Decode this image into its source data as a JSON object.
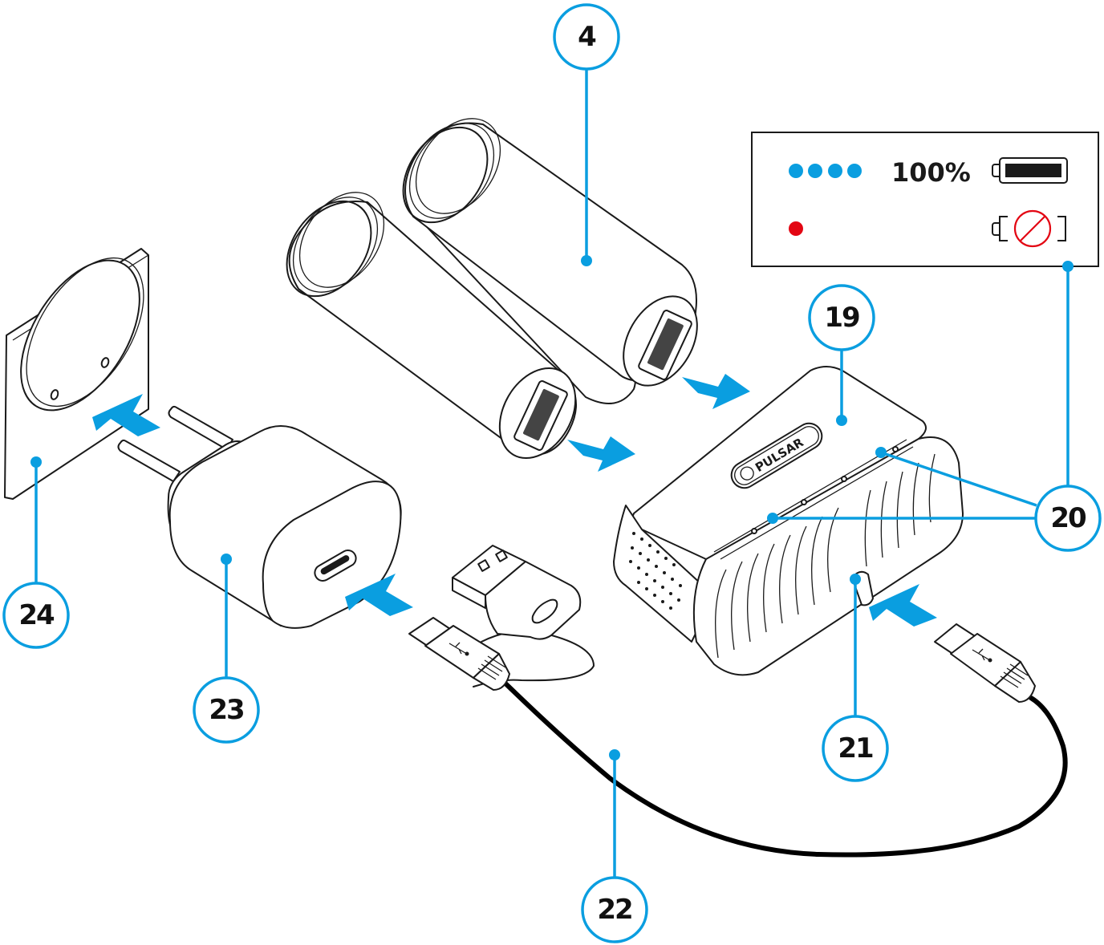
{
  "figure": {
    "title": "Battery charging diagram",
    "accent_color": "#0a9ee0",
    "error_color": "#e30613",
    "line_color": "#1a1a1a"
  },
  "legend": {
    "rows": [
      {
        "indicator": "four-blue-dots",
        "dot_count": 4,
        "dot_color": "#0a9ee0",
        "label": "100%",
        "icon": "battery-full-icon"
      },
      {
        "indicator": "single-red-dot",
        "dot_count": 1,
        "dot_color": "#e30613",
        "label": "",
        "icon": "battery-error-icon"
      }
    ]
  },
  "components": {
    "battery": {
      "callout": "4",
      "name": "battery"
    },
    "charger": {
      "callout": "19",
      "name": "charger",
      "logo_text": "PULSAR"
    },
    "led_indicators": {
      "callout": "20",
      "name": "led-indicators"
    },
    "usb_port": {
      "callout": "21",
      "name": "usb-port"
    },
    "usb_cable": {
      "callout": "22",
      "name": "usb-cable",
      "plug_symbol": "usb-icon"
    },
    "power_adapter": {
      "callout": "23",
      "name": "power-adapter"
    },
    "wall_socket": {
      "callout": "24",
      "name": "wall-socket"
    }
  }
}
